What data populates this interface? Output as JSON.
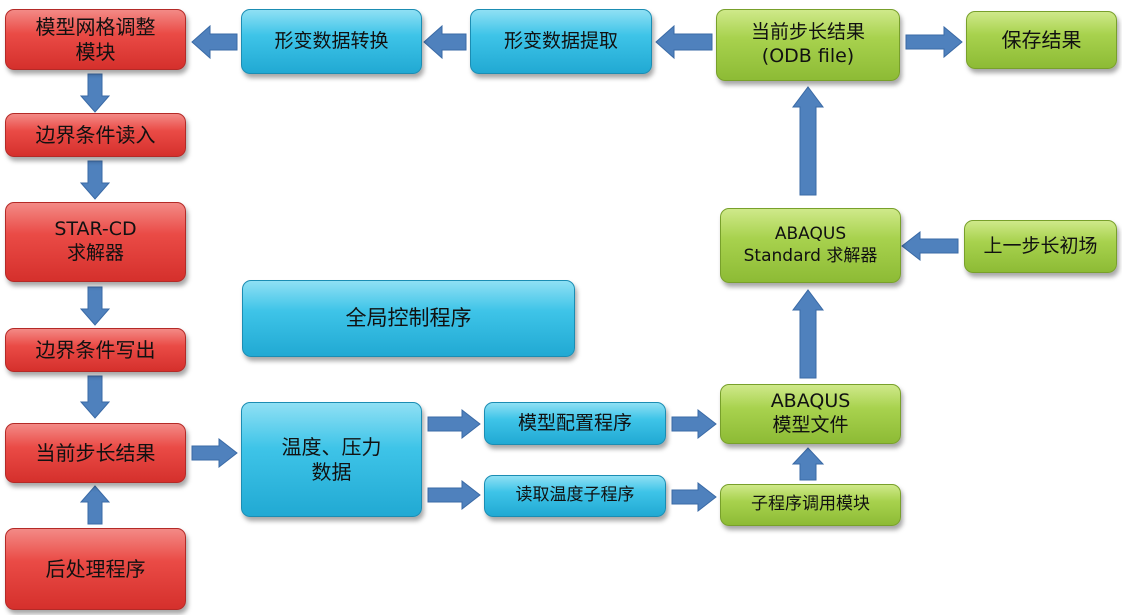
{
  "nodes": {
    "mesh_adjust": "模型网格调整\n模块",
    "bc_read": "边界条件读入",
    "starcd": "STAR-CD\n求解器",
    "bc_write": "边界条件写出",
    "step_result_left": "当前步长结果",
    "postprocess": "后处理程序",
    "deform_convert": "形变数据转换",
    "deform_extract": "形变数据提取",
    "step_result_odb": "当前步长结果\n(ODB file)",
    "save_result": "保存结果",
    "abaqus_standard": "ABAQUS\nStandard 求解器",
    "prev_step_init": "上一步长初场",
    "global_control": "全局控制程序",
    "temp_pressure": "温度、压力\n数据",
    "model_config": "模型配置程序",
    "read_temp_sub": "读取温度子程序",
    "abaqus_model": "ABAQUS\n模型文件",
    "sub_call_module": "子程序调用模块"
  },
  "colors": {
    "red": "#e0403c",
    "blue": "#31b9e2",
    "green": "#9dc946",
    "arrow": "#4f81bd"
  }
}
